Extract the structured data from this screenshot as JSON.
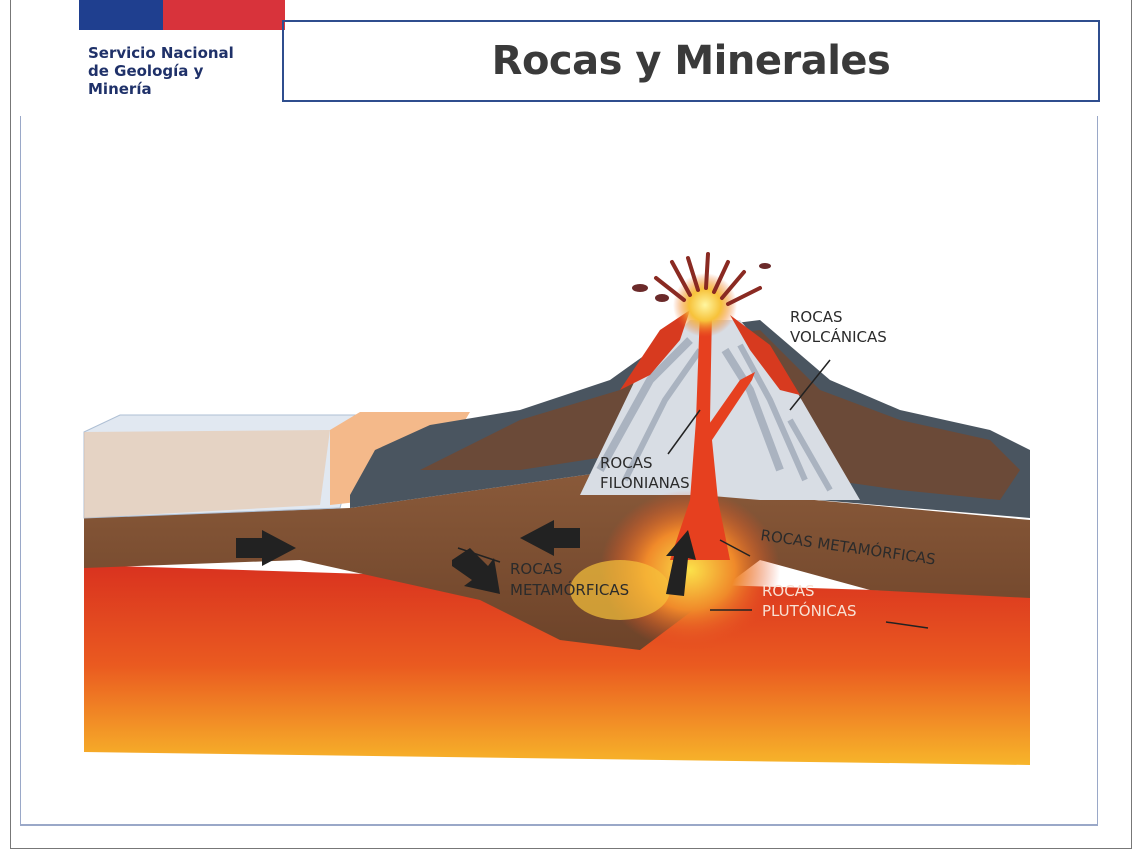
{
  "header": {
    "org_line1": "Servicio Nacional",
    "org_line2": "de Geología y",
    "org_line3": "Minería",
    "title": "Rocas y Minerales",
    "flag_colors": {
      "blue": "#1f3f8f",
      "red": "#d8333b"
    }
  },
  "diagram": {
    "labels": {
      "volcanicas_1": "ROCAS",
      "volcanicas_2": "VOLCÁNICAS",
      "filonianas_1": "ROCAS",
      "filonianas_2": "FILONIANAS",
      "metamorficas_left_1": "ROCAS",
      "metamorficas_left_2": "METAMÓRFICAS",
      "metamorficas_right": "ROCAS METAMÓRFICAS",
      "plutonicas_1": "ROCAS",
      "plutonicas_2": "PLUTÓNICAS"
    },
    "arrow_icons": [
      "arrow-right-icon",
      "arrow-down-right-icon",
      "arrow-left-icon",
      "arrow-up-icon"
    ]
  }
}
